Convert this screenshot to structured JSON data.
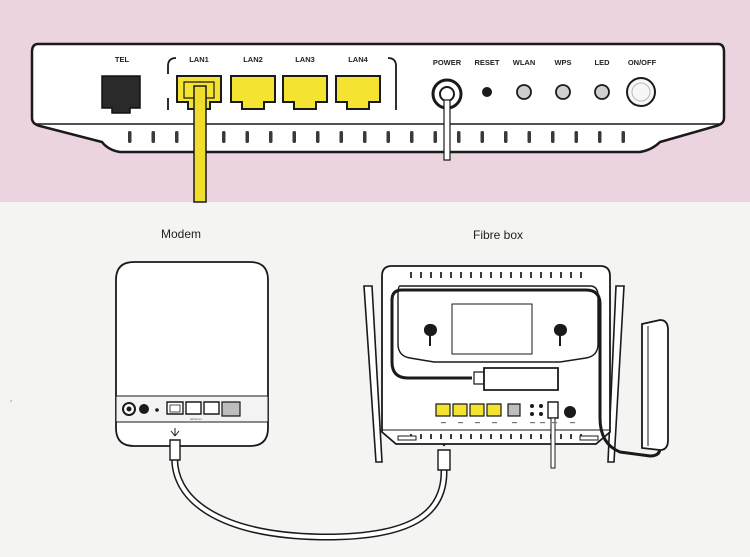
{
  "colors": {
    "top_background": "#ecd3e0",
    "bottom_background": "#f4f4f2",
    "lan_port": "#f5e332",
    "cable_yellow": "#f0dc2a",
    "outline": "#1a1a1a"
  },
  "router_rear": {
    "port_labels": {
      "tel": "TEL",
      "lan1": "LAN1",
      "lan2": "LAN2",
      "lan3": "LAN3",
      "lan4": "LAN4",
      "power": "POWER",
      "reset": "RESET",
      "wlan": "WLAN",
      "wps": "WPS",
      "led": "LED",
      "onoff": "ON/OFF"
    }
  },
  "setup": {
    "modem_label": "Modem",
    "fibre_box_label": "Fibre box",
    "modem_ports_caption": "Ethernet"
  }
}
